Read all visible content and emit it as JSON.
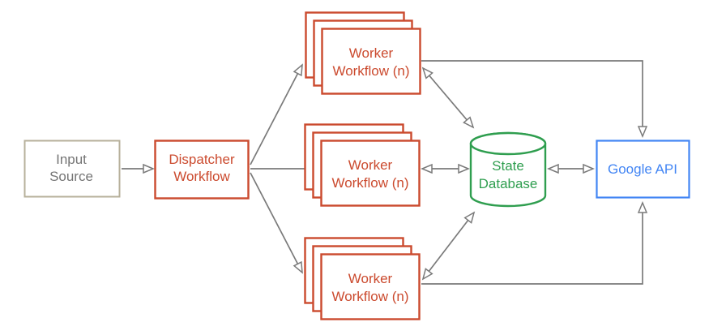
{
  "nodes": {
    "input_source": {
      "line1": "Input",
      "line2": "Source"
    },
    "dispatcher_workflow": {
      "line1": "Dispatcher",
      "line2": "Workflow"
    },
    "worker_workflow_top": {
      "line1": "Worker",
      "line2": "Workflow (n)"
    },
    "worker_workflow_middle": {
      "line1": "Worker",
      "line2": "Workflow (n)"
    },
    "worker_workflow_bottom": {
      "line1": "Worker",
      "line2": "Workflow (n)"
    },
    "state_database": {
      "line1": "State",
      "line2": "Database"
    },
    "google_api": {
      "label": "Google API"
    }
  },
  "edges": [
    {
      "from": "input_source",
      "to": "dispatcher_workflow",
      "direction": "one-way"
    },
    {
      "from": "dispatcher_workflow",
      "to": "worker_workflow_top",
      "direction": "one-way"
    },
    {
      "from": "dispatcher_workflow",
      "to": "worker_workflow_middle",
      "direction": "one-way"
    },
    {
      "from": "dispatcher_workflow",
      "to": "worker_workflow_bottom",
      "direction": "one-way"
    },
    {
      "from": "worker_workflow_top",
      "to": "state_database",
      "direction": "two-way"
    },
    {
      "from": "worker_workflow_middle",
      "to": "state_database",
      "direction": "two-way"
    },
    {
      "from": "worker_workflow_bottom",
      "to": "state_database",
      "direction": "two-way"
    },
    {
      "from": "worker_workflow_top",
      "to": "google_api",
      "direction": "one-way"
    },
    {
      "from": "worker_workflow_bottom",
      "to": "google_api",
      "direction": "one-way"
    },
    {
      "from": "state_database",
      "to": "google_api",
      "direction": "two-way"
    }
  ],
  "colors": {
    "input_border": "#b7b09b",
    "input_text": "#757575",
    "workflow_red": "#cb4a2e",
    "database_green": "#2f9e4f",
    "api_blue": "#4285f4",
    "arrow_gray": "#7a7a7a",
    "background": "#ffffff"
  }
}
